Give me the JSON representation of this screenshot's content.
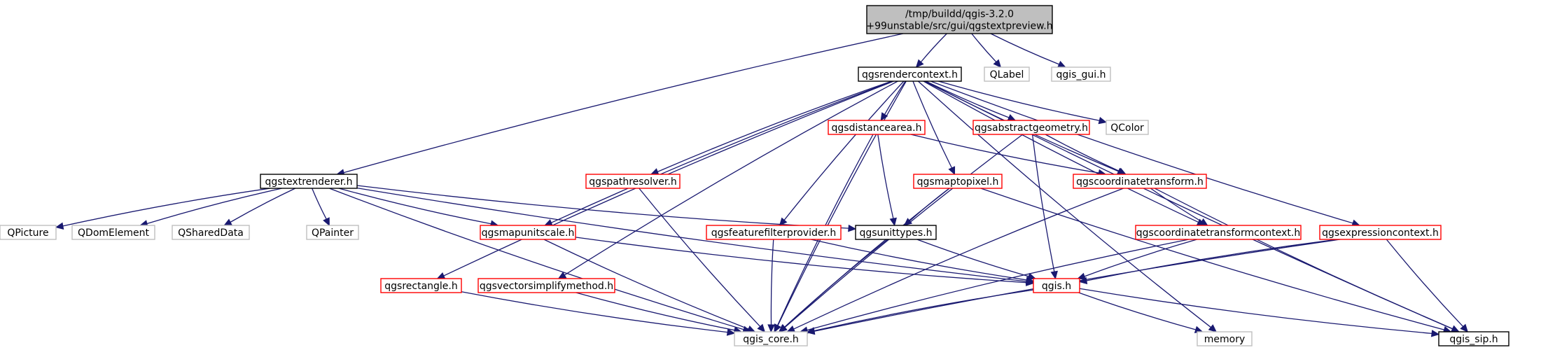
{
  "graph": {
    "colors": {
      "edge": "#191970",
      "root_fill": "#bfbfbf",
      "root_stroke": "#000000",
      "documented_stroke": "#000000",
      "undocumented_stroke": "#ff0000",
      "external_stroke": "#bfbfbf",
      "external_text": "#666666",
      "fill": "#ffffff"
    },
    "nodes": [
      {
        "id": "root",
        "label": "/tmp/buildd/qgis-3.2.0\n+99unstable/src/gui/qgstextpreview.h",
        "kind": "root"
      },
      {
        "id": "rendercontext",
        "label": "qgsrendercontext.h",
        "kind": "documented"
      },
      {
        "id": "qlabel",
        "label": "QLabel",
        "kind": "external"
      },
      {
        "id": "qgisgui",
        "label": "qgis_gui.h",
        "kind": "external"
      },
      {
        "id": "textrenderer",
        "label": "qgstextrenderer.h",
        "kind": "documented"
      },
      {
        "id": "distancearea",
        "label": "qgsdistancearea.h",
        "kind": "undocumented"
      },
      {
        "id": "abstractgeometry",
        "label": "qgsabstractgeometry.h",
        "kind": "undocumented"
      },
      {
        "id": "qcolor",
        "label": "QColor",
        "kind": "external"
      },
      {
        "id": "pathresolver",
        "label": "qgspathresolver.h",
        "kind": "undocumented"
      },
      {
        "id": "maptopixel",
        "label": "qgsmaptopixel.h",
        "kind": "undocumented"
      },
      {
        "id": "coordtransform",
        "label": "qgscoordinatetransform.h",
        "kind": "undocumented"
      },
      {
        "id": "qpicture",
        "label": "QPicture",
        "kind": "external"
      },
      {
        "id": "qdomelement",
        "label": "QDomElement",
        "kind": "external"
      },
      {
        "id": "qshareddata",
        "label": "QSharedData",
        "kind": "external"
      },
      {
        "id": "qpainter",
        "label": "QPainter",
        "kind": "external"
      },
      {
        "id": "mapunitscale",
        "label": "qgsmapunitscale.h",
        "kind": "undocumented"
      },
      {
        "id": "featurefilter",
        "label": "qgsfeaturefilterprovider.h",
        "kind": "undocumented"
      },
      {
        "id": "unittypes",
        "label": "qgsunittypes.h",
        "kind": "documented"
      },
      {
        "id": "coordtransformctx",
        "label": "qgscoordinatetransformcontext.h",
        "kind": "undocumented"
      },
      {
        "id": "expressioncontext",
        "label": "qgsexpressioncontext.h",
        "kind": "undocumented"
      },
      {
        "id": "rectangle",
        "label": "qgsrectangle.h",
        "kind": "undocumented"
      },
      {
        "id": "vectorsimplify",
        "label": "qgsvectorsimplifymethod.h",
        "kind": "undocumented"
      },
      {
        "id": "qgis",
        "label": "qgis.h",
        "kind": "undocumented"
      },
      {
        "id": "qgiscore",
        "label": "qgis_core.h",
        "kind": "external"
      },
      {
        "id": "memory",
        "label": "memory",
        "kind": "external"
      },
      {
        "id": "qgissip",
        "label": "qgis_sip.h",
        "kind": "documented"
      }
    ],
    "edges": [
      {
        "from": "root",
        "to": "rendercontext"
      },
      {
        "from": "root",
        "to": "qlabel"
      },
      {
        "from": "root",
        "to": "qgisgui"
      },
      {
        "from": "root",
        "to": "textrenderer"
      },
      {
        "from": "rendercontext",
        "to": "distancearea"
      },
      {
        "from": "rendercontext",
        "to": "abstractgeometry"
      },
      {
        "from": "rendercontext",
        "to": "qcolor"
      },
      {
        "from": "rendercontext",
        "to": "pathresolver"
      },
      {
        "from": "rendercontext",
        "to": "maptopixel"
      },
      {
        "from": "rendercontext",
        "to": "coordtransform"
      },
      {
        "from": "rendercontext",
        "to": "mapunitscale"
      },
      {
        "from": "rendercontext",
        "to": "featurefilter"
      },
      {
        "from": "rendercontext",
        "to": "coordtransformctx"
      },
      {
        "from": "rendercontext",
        "to": "expressioncontext"
      },
      {
        "from": "rendercontext",
        "to": "rectangle"
      },
      {
        "from": "rendercontext",
        "to": "vectorsimplify"
      },
      {
        "from": "rendercontext",
        "to": "qgiscore"
      },
      {
        "from": "rendercontext",
        "to": "memory"
      },
      {
        "from": "rendercontext",
        "to": "qgissip"
      },
      {
        "from": "textrenderer",
        "to": "qpicture"
      },
      {
        "from": "textrenderer",
        "to": "qdomelement"
      },
      {
        "from": "textrenderer",
        "to": "qshareddata"
      },
      {
        "from": "textrenderer",
        "to": "qpainter"
      },
      {
        "from": "textrenderer",
        "to": "mapunitscale"
      },
      {
        "from": "textrenderer",
        "to": "unittypes"
      },
      {
        "from": "textrenderer",
        "to": "qgis"
      },
      {
        "from": "textrenderer",
        "to": "qgiscore"
      },
      {
        "from": "distancearea",
        "to": "coordtransform"
      },
      {
        "from": "distancearea",
        "to": "unittypes"
      },
      {
        "from": "distancearea",
        "to": "qgiscore"
      },
      {
        "from": "abstractgeometry",
        "to": "coordtransform"
      },
      {
        "from": "abstractgeometry",
        "to": "qgis"
      },
      {
        "from": "abstractgeometry",
        "to": "qgiscore"
      },
      {
        "from": "pathresolver",
        "to": "qgiscore"
      },
      {
        "from": "maptopixel",
        "to": "unittypes"
      },
      {
        "from": "maptopixel",
        "to": "qgiscore"
      },
      {
        "from": "maptopixel",
        "to": "qgissip"
      },
      {
        "from": "coordtransform",
        "to": "coordtransformctx"
      },
      {
        "from": "coordtransform",
        "to": "qgiscore"
      },
      {
        "from": "coordtransform",
        "to": "qgissip"
      },
      {
        "from": "mapunitscale",
        "to": "qgis"
      },
      {
        "from": "mapunitscale",
        "to": "qgiscore"
      },
      {
        "from": "featurefilter",
        "to": "qgis"
      },
      {
        "from": "featurefilter",
        "to": "qgiscore"
      },
      {
        "from": "unittypes",
        "to": "qgis"
      },
      {
        "from": "unittypes",
        "to": "qgiscore"
      },
      {
        "from": "coordtransformctx",
        "to": "qgis"
      },
      {
        "from": "coordtransformctx",
        "to": "qgiscore"
      },
      {
        "from": "expressioncontext",
        "to": "qgis"
      },
      {
        "from": "expressioncontext",
        "to": "qgiscore"
      },
      {
        "from": "expressioncontext",
        "to": "qgissip"
      },
      {
        "from": "rectangle",
        "to": "qgiscore"
      },
      {
        "from": "vectorsimplify",
        "to": "qgiscore"
      },
      {
        "from": "qgis",
        "to": "qgiscore"
      },
      {
        "from": "qgis",
        "to": "memory"
      },
      {
        "from": "qgis",
        "to": "qgissip"
      }
    ]
  }
}
